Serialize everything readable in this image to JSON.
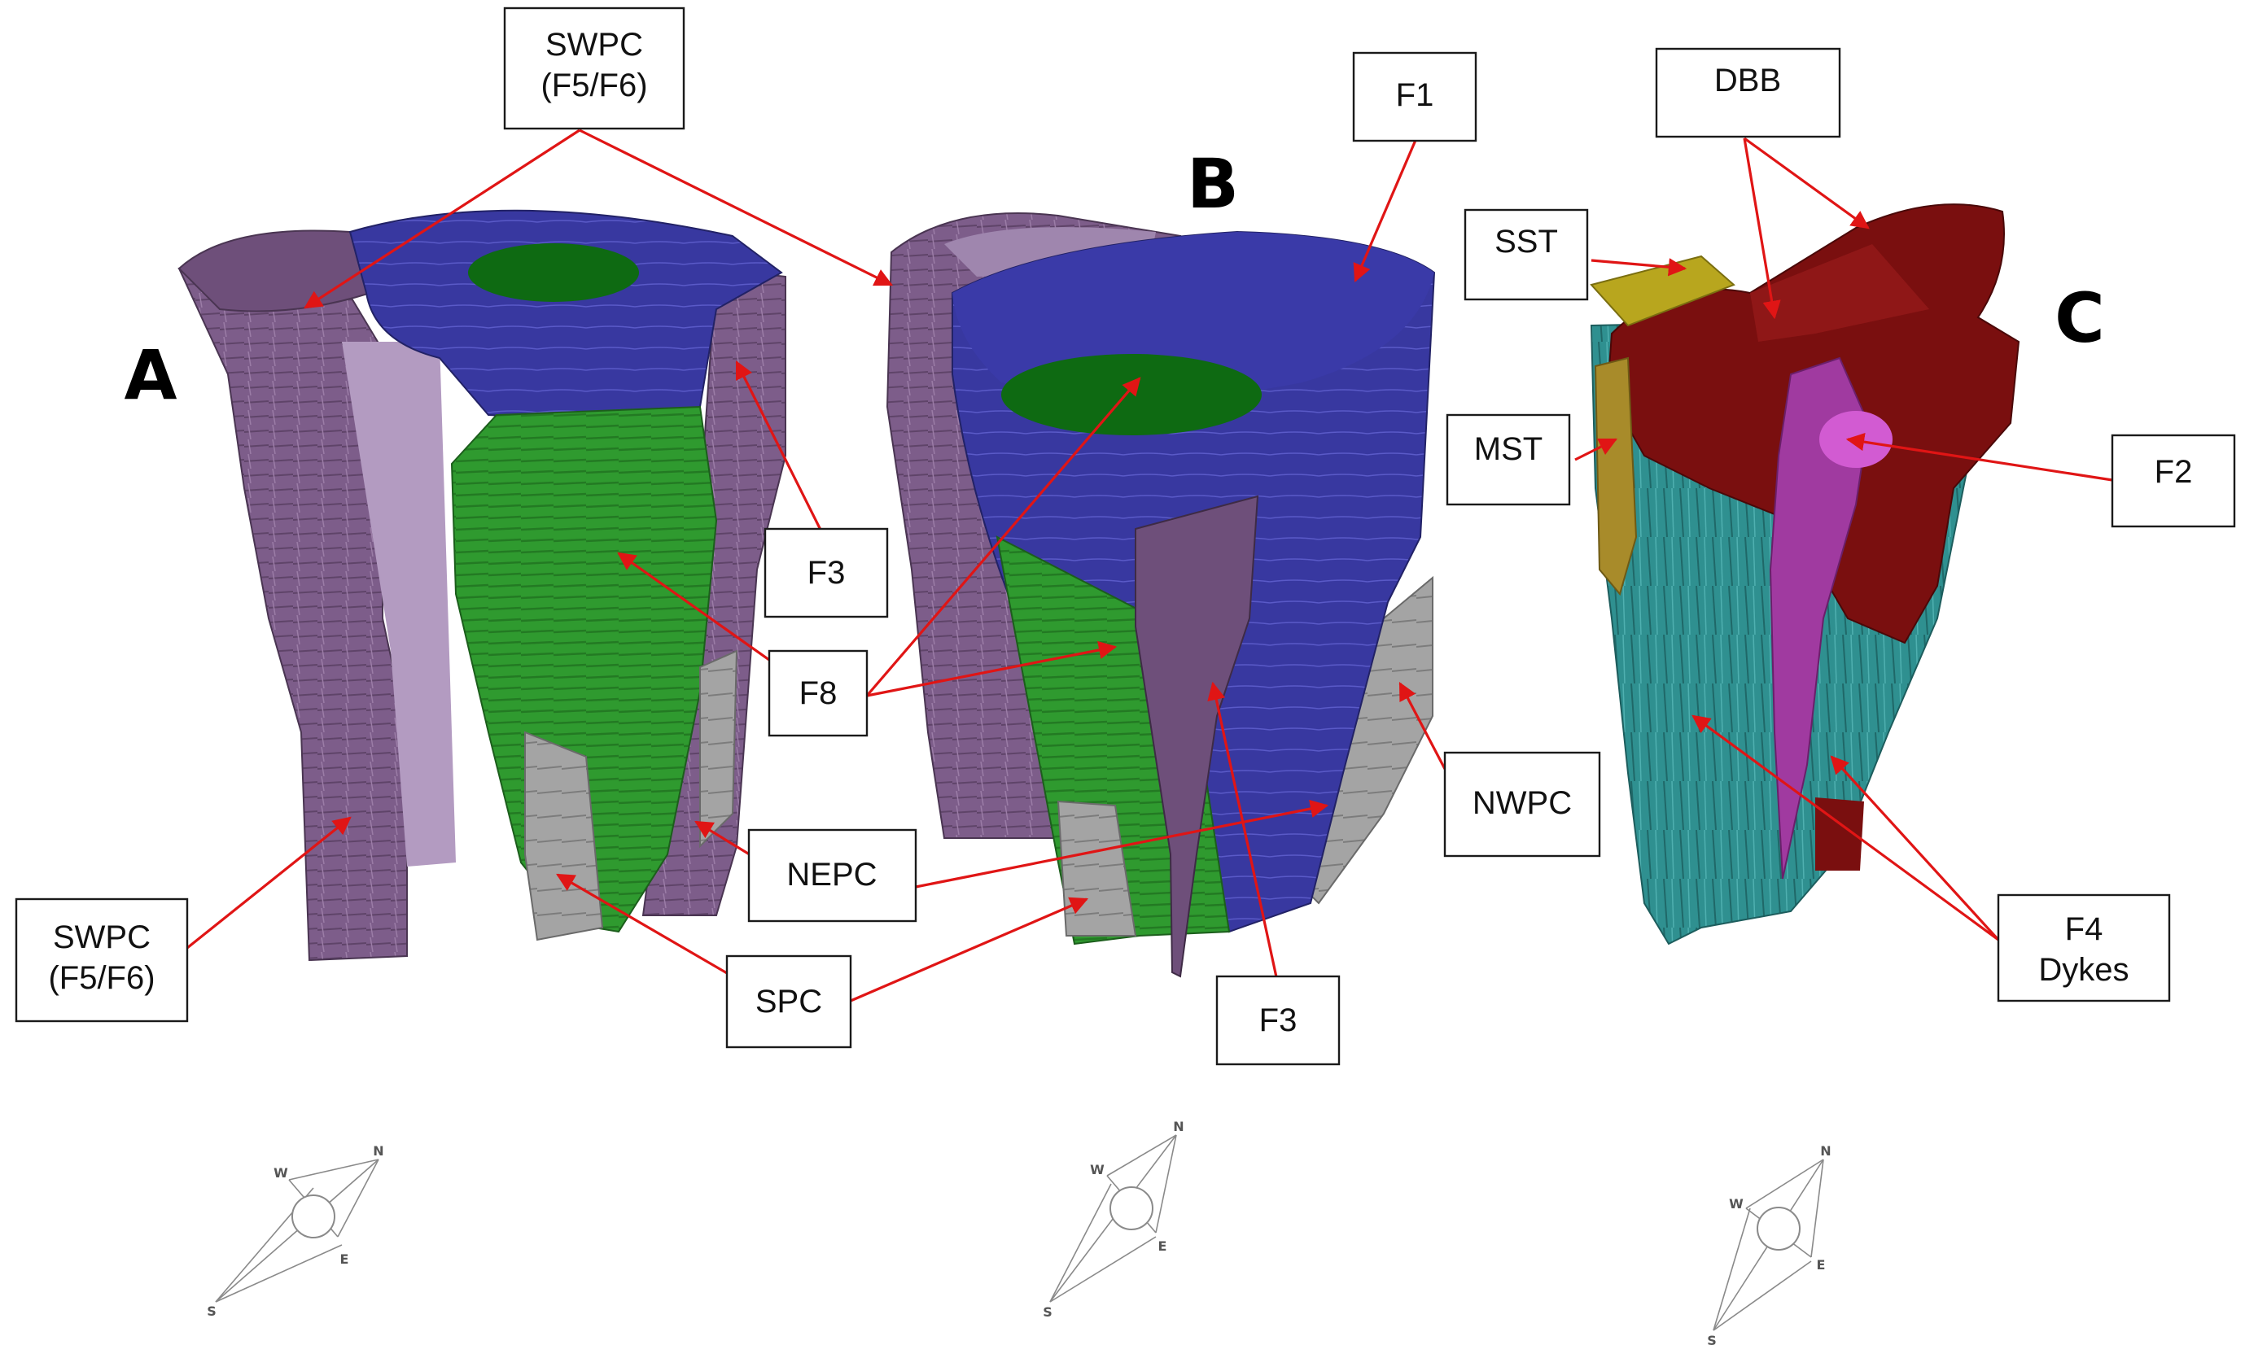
{
  "panels": {
    "a": {
      "letter": "A"
    },
    "b": {
      "letter": "B"
    },
    "c": {
      "letter": "C"
    }
  },
  "labels": {
    "swpc_top_1": "SWPC",
    "swpc_top_2": "(F5/F6)",
    "f3_a": "F3",
    "f8": "F8",
    "nepc": "NEPC",
    "spc": "SPC",
    "swpc_bottom_1": "SWPC",
    "swpc_bottom_2": "(F5/F6)",
    "f1": "F1",
    "nwpc": "NWPC",
    "f3_b": "F3",
    "dbb": "DBB",
    "sst": "SST",
    "mst": "MST",
    "f2": "F2",
    "f4_1": "F4",
    "f4_2": "Dykes"
  },
  "compass": {
    "north": "N",
    "south": "S",
    "east": "E",
    "west": "W"
  },
  "colors": {
    "swpc_purple": "#7b5a86",
    "f1_blue": "#2e2e8c",
    "f8_green": "#2f9a2f",
    "gray_pc": "#9a9a9a",
    "dbb_red": "#7a0f0f",
    "dyke_teal": "#2e8e8e",
    "sst_yellow": "#b8a61e",
    "f2_magenta": "#a03aa0",
    "arrow_red": "#e01515"
  }
}
